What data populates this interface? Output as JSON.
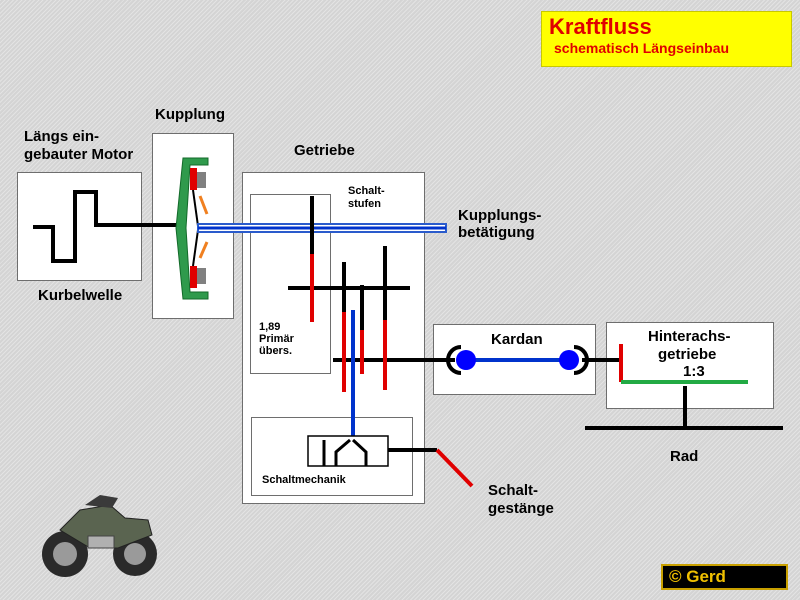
{
  "title": "Kraftfluss",
  "subtitle": "schematisch Längseinbau",
  "labels": {
    "motor": [
      "Längs ein-",
      "gebauter Motor"
    ],
    "kurbelwelle": "Kurbelwelle",
    "kupplung": "Kupplung",
    "getriebe": "Getriebe",
    "schaltstufen": [
      "Schalt-",
      "stufen"
    ],
    "kupplungsbetaetigung": [
      "Kupplungs-",
      "betätigung"
    ],
    "primaer": [
      "1,89",
      "Primär",
      "übers."
    ],
    "kardan": "Kardan",
    "hinterachs": [
      "Hinterachs-",
      "getriebe",
      "1:3"
    ],
    "rad": "Rad",
    "schaltmechanik": "Schaltmechanik",
    "schaltgestaenge": [
      "Schalt-",
      "gestänge"
    ]
  },
  "copyright": "© Gerd",
  "colors": {
    "title_bg": "#ffff00",
    "title_text": "#e00000",
    "red": "#e00000",
    "blue": "#0033cc",
    "green": "#22aa44",
    "orange": "#f08020"
  }
}
